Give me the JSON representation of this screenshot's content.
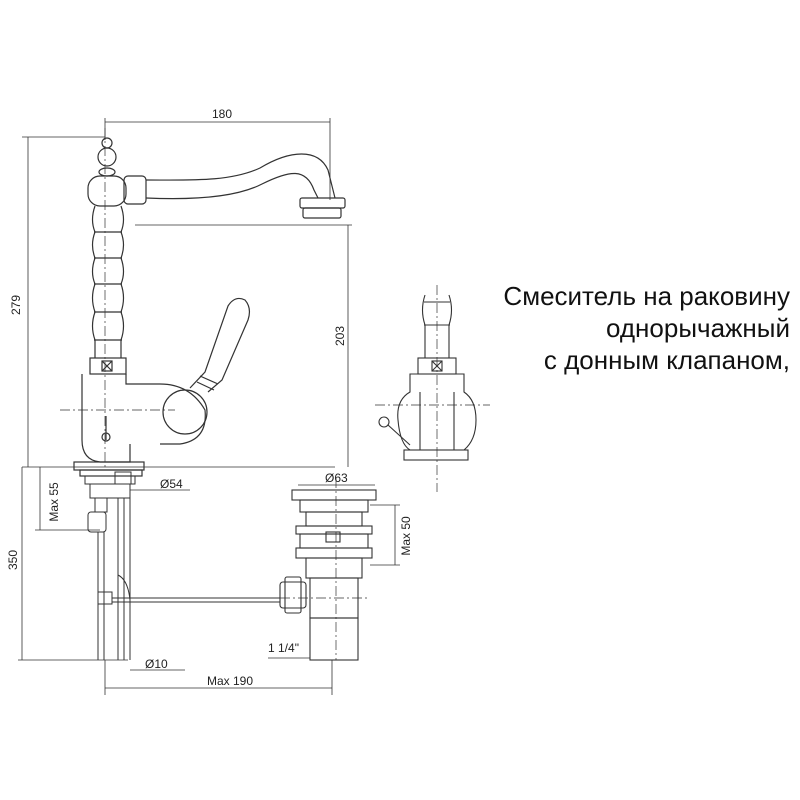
{
  "caption": {
    "line1": "Смеситель на раковину",
    "line2": "однорычажный",
    "line3": "с донным клапаном,"
  },
  "dimensions": {
    "spout_reach": "180",
    "total_height": "279",
    "spout_height": "203",
    "base_diameter": "Ø54",
    "base_max": "Max 55",
    "hose_length": "350",
    "hose_diameter": "Ø10",
    "waste_reach": "Max 190",
    "waste_top_diameter": "Ø63",
    "waste_max": "Max 50",
    "waste_thread": "1 1/4\""
  }
}
